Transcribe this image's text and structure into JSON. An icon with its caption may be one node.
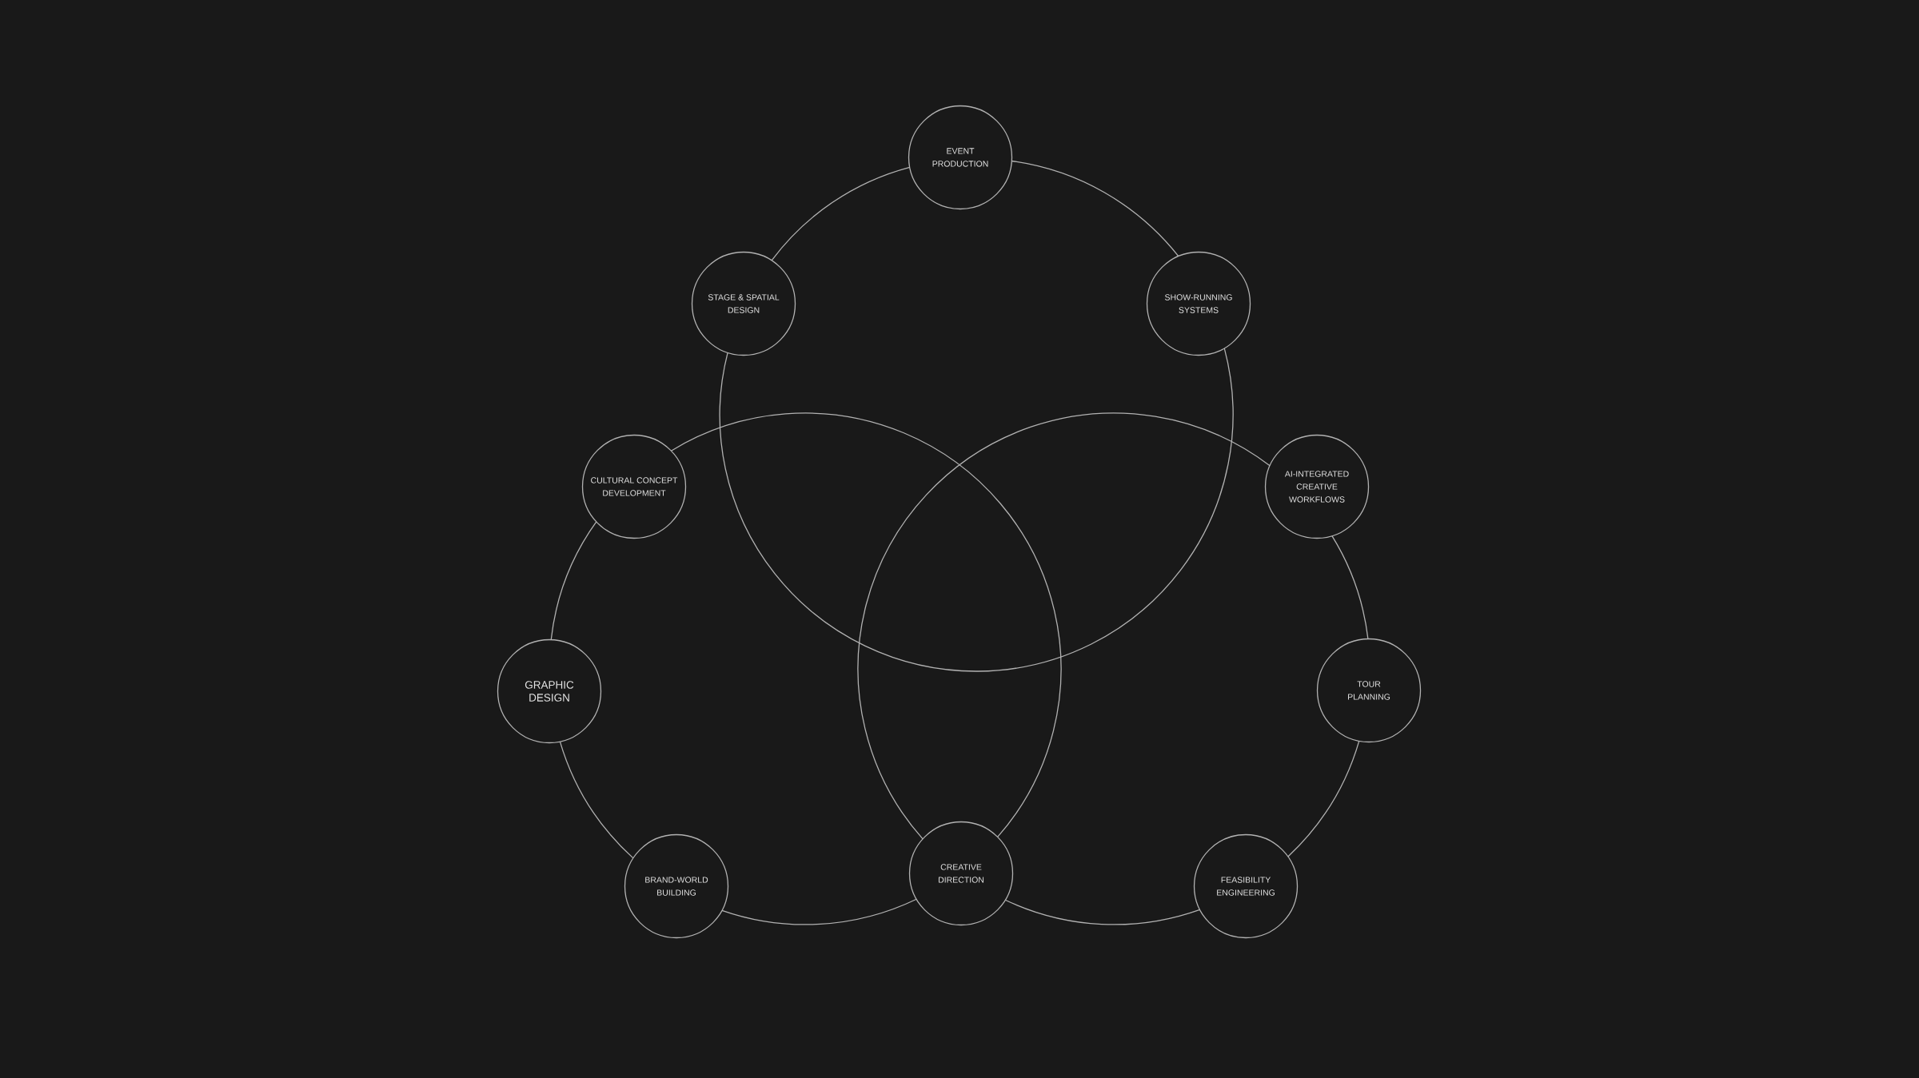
{
  "diagram": {
    "nodes": [
      {
        "text": [
          "EVENT PRODUCTION"
        ]
      },
      {
        "text": [
          "STAGE & SPATIAL DESIGN"
        ]
      },
      {
        "text": [
          "SHOW-RUNNING SYSTEMS"
        ]
      },
      {
        "text": [
          "CULTURAL CONCEPT DEVELOPMENT"
        ]
      },
      {
        "text": [
          "AI-INTEGRATED CREATIVE WORKFLOWS"
        ]
      },
      {
        "text": [
          "GRAPHIC DESIGN"
        ]
      },
      {
        "text": [
          "TOUR PLANNING"
        ]
      },
      {
        "text": [
          "BRAND-WORLD BUILDING"
        ]
      },
      {
        "text": [
          "CREATIVE DIRECTION"
        ]
      },
      {
        "text": [
          "FEASIBILITY ENGINEERING"
        ]
      }
    ],
    "edges": [
      {
        "from": 1,
        "to": 0,
        "arrow": "none"
      },
      {
        "from": 0,
        "to": 2,
        "arrow": "none"
      },
      {
        "from": 2,
        "to": 1,
        "arrow": "none"
      },
      {
        "from": 3,
        "to": 5,
        "arrow": "none"
      },
      {
        "from": 5,
        "to": 7,
        "arrow": "none"
      },
      {
        "from": 7,
        "to": 8,
        "arrow": "none"
      },
      {
        "from": 8,
        "to": 3,
        "arrow": "none"
      },
      {
        "from": 4,
        "to": 6,
        "arrow": "none"
      },
      {
        "from": 6,
        "to": 9,
        "arrow": "none"
      },
      {
        "from": 9,
        "to": 8,
        "arrow": "none"
      },
      {
        "from": 8,
        "to": 4,
        "arrow": "none"
      }
    ]
  }
}
